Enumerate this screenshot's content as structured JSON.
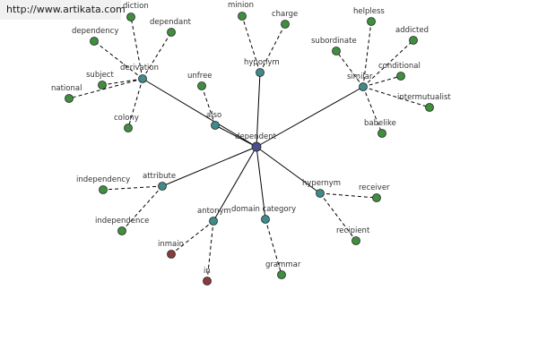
{
  "watermark": "http://www.artikata.com",
  "colors": {
    "center": "#4b4f8f",
    "relation": "#3f8a8a",
    "leaf": "#3f8f3f",
    "red": "#8a3b3b"
  },
  "graph": {
    "center": {
      "id": "dependent",
      "label": "dependent"
    },
    "relations": [
      {
        "id": "derivation",
        "label": "derivation"
      },
      {
        "id": "hyponym",
        "label": "hyponym"
      },
      {
        "id": "similar",
        "label": "similar"
      },
      {
        "id": "also",
        "label": "also"
      },
      {
        "id": "attribute",
        "label": "attribute"
      },
      {
        "id": "antonym",
        "label": "antonym"
      },
      {
        "id": "domain",
        "label": "domain category"
      },
      {
        "id": "hypernym",
        "label": "hypernym"
      }
    ],
    "leaves": [
      {
        "id": "diction",
        "label": "diction",
        "parent": "derivation",
        "color": "leaf"
      },
      {
        "id": "dependency",
        "label": "dependency",
        "parent": "derivation",
        "color": "leaf"
      },
      {
        "id": "dependant",
        "label": "dependant",
        "parent": "derivation",
        "color": "leaf"
      },
      {
        "id": "subject",
        "label": "subject",
        "parent": "derivation",
        "color": "leaf"
      },
      {
        "id": "national",
        "label": "national",
        "parent": "derivation",
        "color": "leaf"
      },
      {
        "id": "colony",
        "label": "colony",
        "parent": "derivation",
        "color": "leaf"
      },
      {
        "id": "minion",
        "label": "minion",
        "parent": "hyponym",
        "color": "leaf"
      },
      {
        "id": "charge",
        "label": "charge",
        "parent": "hyponym",
        "color": "leaf"
      },
      {
        "id": "helpless",
        "label": "helpless",
        "parent": "similar",
        "color": "leaf"
      },
      {
        "id": "addicted",
        "label": "addicted",
        "parent": "similar",
        "color": "leaf"
      },
      {
        "id": "subordinate",
        "label": "subordinate",
        "parent": "similar",
        "color": "leaf"
      },
      {
        "id": "conditional",
        "label": "conditional",
        "parent": "similar",
        "color": "leaf"
      },
      {
        "id": "intermutualist",
        "label": "intermutualist",
        "parent": "similar",
        "color": "leaf"
      },
      {
        "id": "babelike",
        "label": "babelike",
        "parent": "similar",
        "color": "leaf"
      },
      {
        "id": "unfree",
        "label": "unfree",
        "parent": "also",
        "color": "leaf"
      },
      {
        "id": "independency",
        "label": "independency",
        "parent": "attribute",
        "color": "leaf"
      },
      {
        "id": "independence",
        "label": "independence",
        "parent": "attribute",
        "color": "leaf"
      },
      {
        "id": "inmain",
        "label": "inmain",
        "parent": "antonym",
        "color": "red"
      },
      {
        "id": "in",
        "label": "in",
        "parent": "antonym",
        "color": "red"
      },
      {
        "id": "grammar",
        "label": "grammar",
        "parent": "domain",
        "color": "leaf"
      },
      {
        "id": "receiver",
        "label": "receiver",
        "parent": "hypernym",
        "color": "leaf"
      },
      {
        "id": "recipient",
        "label": "recipient",
        "parent": "hypernym",
        "color": "leaf"
      }
    ]
  }
}
